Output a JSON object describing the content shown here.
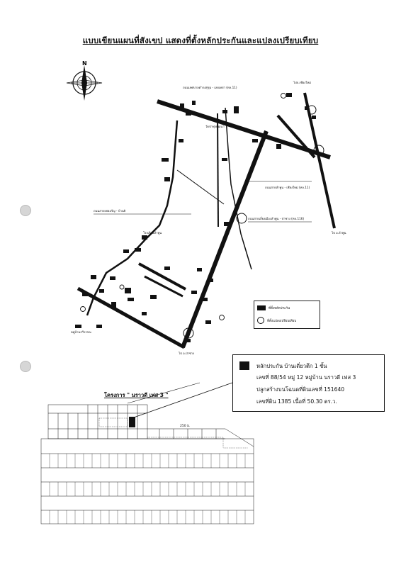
{
  "title": "แบบเขียนแผนที่สังเขป แสดงที่ตั้งหลักประกันและแปลงเปรียบเทียบ",
  "compass_letter": "N",
  "map_labels": {
    "road_top": "ถนนเทศบาลดำรงสุขุม - เลยเหล่า (ทล.11)",
    "to_chiang_mai": "ไปจ.เชียงใหม่",
    "road_east": "ถนนสายลำพูน - เชียงใหม่ (ทล.11)",
    "road_mid": "ถนนสายเลี่ยงเมืองลำพูน - ป่าซาง (ทล.116)",
    "road_west": "ถนนสายเชยอรัญ - บ้านธิ",
    "to_lamphun": "ไป อ.ลำพูน",
    "to_pasang": "ไป อ.ป่าซาง",
    "temple": "วัดป่าทุ่งพัฒนา",
    "school": "โรงเรียนลำพูน",
    "village": "หมู่บ้านรวีวรรณ"
  },
  "legend": {
    "collateral": "ที่ตั้งหลักประกัน",
    "comparison": "ที่ตั้งแปลงเปรียบเทียบ"
  },
  "info": {
    "line1": "หลักประกัน  บ้านเดี่ยวตึก 1 ชั้น",
    "line2": "เลขที่  88/54   หมู่ 12   หมู่บ้าน นราวดี เฟส 3",
    "line3": "ปลูกสร้างบนโฉนดที่ดินเลขที่  151640",
    "line4": "เลขที่ดิน  1385   เนื้อที่   50.30   ตร.ว."
  },
  "project_label": "โครงการ \" นราวดี เฟส 3 \"",
  "scale_label": "250 ม.",
  "colors": {
    "ink": "#111111",
    "paper": "#ffffff"
  }
}
